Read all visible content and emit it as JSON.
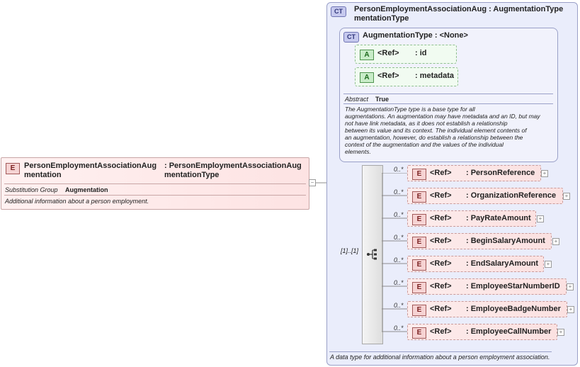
{
  "element": {
    "badge": "E",
    "name": "PersonEmploymentAssociationAug mentation",
    "type": ": PersonEmploymentAssociationAug mentationType",
    "substitution_label": "Substitution Group",
    "substitution_value": "Augmentation",
    "description": "Additional information about a person employment."
  },
  "complex_type": {
    "badge": "CT",
    "name": "PersonEmploymentAssociationAug : AugmentationType",
    "name_line2": "mentationType",
    "footer": "A data type for additional information about a person employment association.",
    "sequence_occurrence": "[1]..[1]"
  },
  "augmentation_type": {
    "badge": "CT",
    "title": "AugmentationType : <None>",
    "attributes": [
      {
        "badge": "A",
        "ref": "<Ref>",
        "name": ": id"
      },
      {
        "badge": "A",
        "ref": "<Ref>",
        "name": ": metadata"
      }
    ],
    "abstract_label": "Abstract",
    "abstract_value": "True",
    "description": [
      "The AugmentationType type is a base type for all",
      "augmentations. An augmentation may have metadata and an ID, but may",
      "not have link metadata, as it does not establish a relationship",
      "between its value and its context. The individual element contents of",
      "an augmentation, however, do establish a relationship between the",
      "context of the augmentation and the values of the individual",
      "elements."
    ]
  },
  "sequence_elements": [
    {
      "occurrence": "0..*",
      "badge": "E",
      "ref": "<Ref>",
      "name": ": PersonReference"
    },
    {
      "occurrence": "0..*",
      "badge": "E",
      "ref": "<Ref>",
      "name": ": OrganizationReference"
    },
    {
      "occurrence": "0..*",
      "badge": "E",
      "ref": "<Ref>",
      "name": ": PayRateAmount"
    },
    {
      "occurrence": "0..*",
      "badge": "E",
      "ref": "<Ref>",
      "name": ": BeginSalaryAmount"
    },
    {
      "occurrence": "0..*",
      "badge": "E",
      "ref": "<Ref>",
      "name": ": EndSalaryAmount"
    },
    {
      "occurrence": "0..*",
      "badge": "E",
      "ref": "<Ref>",
      "name": ": EmployeeStarNumberID"
    },
    {
      "occurrence": "0..*",
      "badge": "E",
      "ref": "<Ref>",
      "name": ": EmployeeBadgeNumber"
    },
    {
      "occurrence": "0..*",
      "badge": "E",
      "ref": "<Ref>",
      "name": ": EmployeeCallNumber"
    }
  ]
}
